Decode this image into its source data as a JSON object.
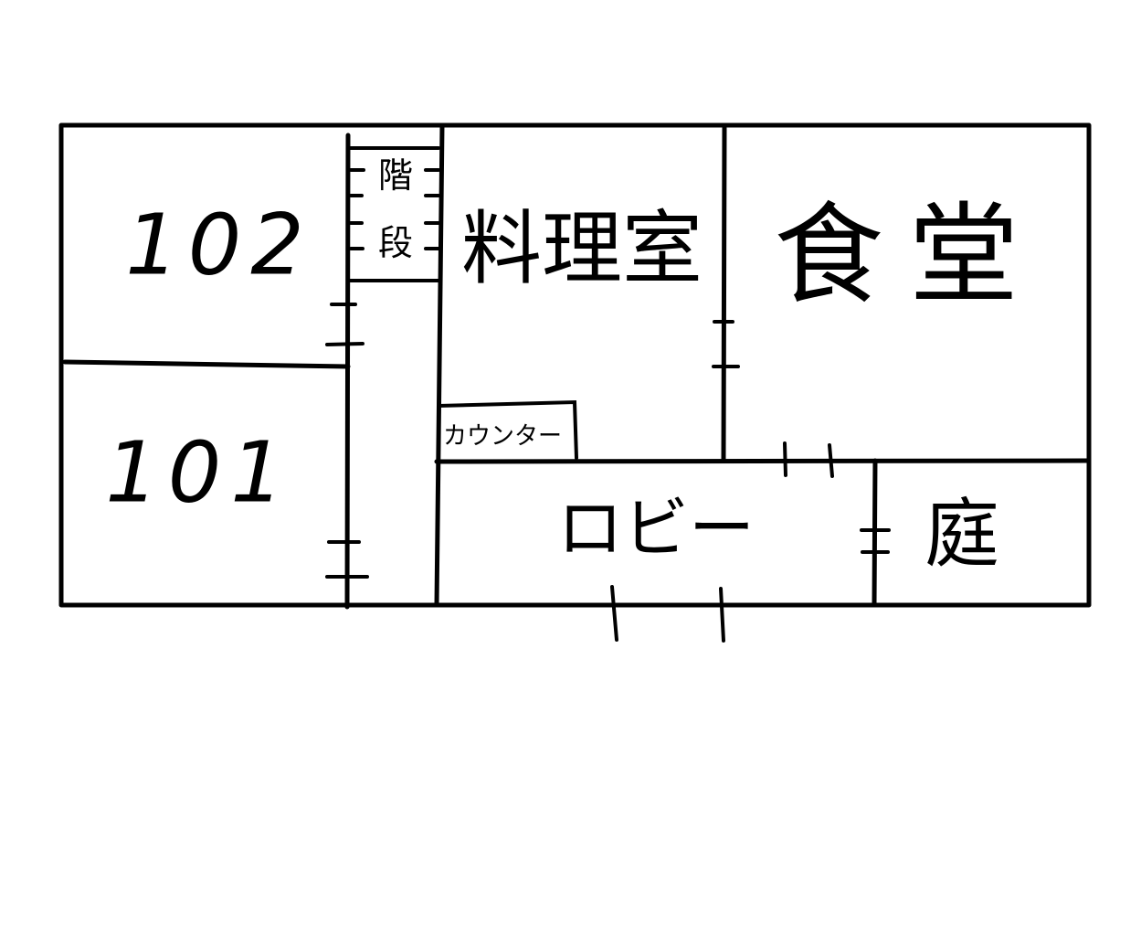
{
  "rooms": {
    "room_102": "102",
    "room_101": "101",
    "stairs": [
      "階",
      "段"
    ],
    "kitchen": "料理室",
    "dining": "食堂",
    "counter": "カウンター",
    "lobby": "ロビー",
    "garden": "庭"
  },
  "colors": {
    "line": "#000000",
    "background": "#ffffff"
  }
}
